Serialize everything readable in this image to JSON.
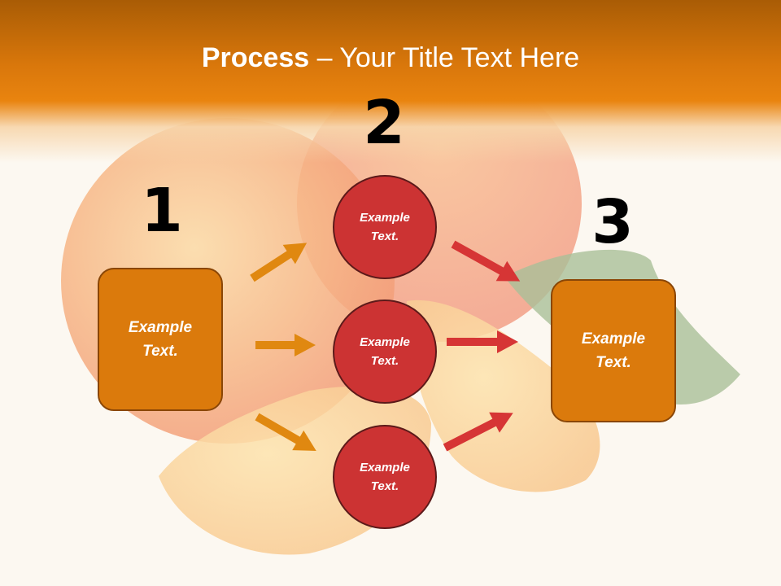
{
  "title": {
    "bold": "Process",
    "rest": " – Your Title Text Here"
  },
  "steps": {
    "one": "1",
    "two": "2",
    "three": "3"
  },
  "left_box": {
    "line1": "Example",
    "line2": "Text."
  },
  "right_box": {
    "line1": "Example",
    "line2": "Text."
  },
  "circles": [
    {
      "line1": "Example",
      "line2": "Text."
    },
    {
      "line1": "Example",
      "line2": "Text."
    },
    {
      "line1": "Example",
      "line2": "Text."
    }
  ],
  "colors": {
    "header": "#e9840f",
    "box_fill": "#db7a0c",
    "circle_fill": "#cc3333",
    "orange_arrow": "#e08810",
    "red_arrow": "#d63535"
  }
}
